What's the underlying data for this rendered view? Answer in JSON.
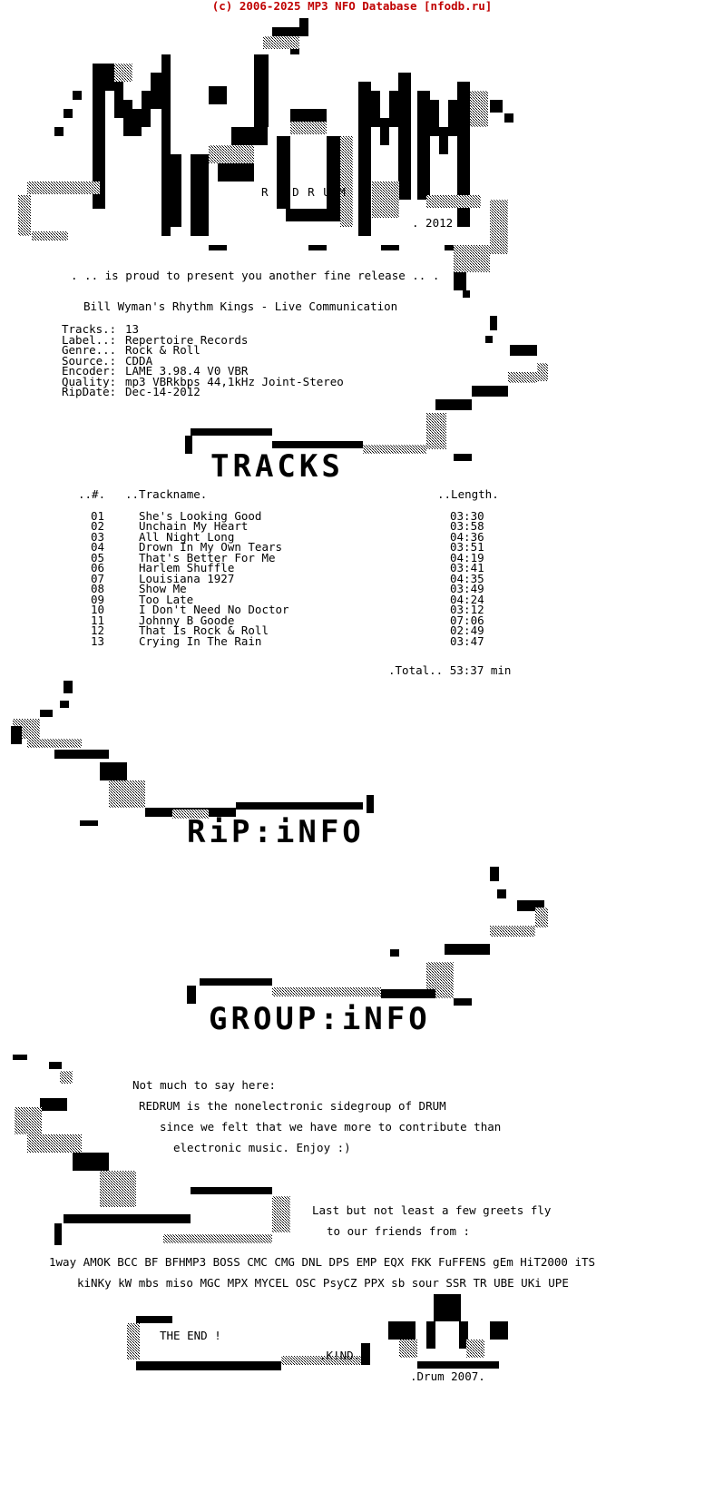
{
  "header": "(c) 2006-2025 MP3 NFO Database [nfodb.ru]",
  "logo": {
    "group": "R E D R U M",
    "year": ". 2012 ."
  },
  "intro": ". .. is proud to present you another fine release .. .",
  "release_title": "Bill Wyman's Rhythm Kings - Live Communication",
  "info": [
    {
      "key": "Tracks.:",
      "value": "13"
    },
    {
      "key": "Label..:",
      "value": "Repertoire Records"
    },
    {
      "key": "Genre...",
      "value": "Rock & Roll"
    },
    {
      "key": "Source.:",
      "value": "CDDA"
    },
    {
      "key": "Encoder:",
      "value": "LAME 3.98.4 V0 VBR"
    },
    {
      "key": "Quality:",
      "value": "mp3 VBRkbps 44,1kHz Joint-Stereo"
    },
    {
      "key": "RipDate:",
      "value": "Dec-14-2012"
    }
  ],
  "sections": {
    "tracks": "TRACKS",
    "ripinfo": "RiP:iNFO",
    "groupinfo": "GROUP:iNFO"
  },
  "track_headers": {
    "num": "..#.",
    "name": "..Trackname.",
    "length": "..Length."
  },
  "tracks": [
    {
      "num": "01",
      "name": "She's Looking Good",
      "length": "03:30"
    },
    {
      "num": "02",
      "name": "Unchain My Heart",
      "length": "03:58"
    },
    {
      "num": "03",
      "name": "All Night Long",
      "length": "04:36"
    },
    {
      "num": "04",
      "name": "Drown In My Own Tears",
      "length": "03:51"
    },
    {
      "num": "05",
      "name": "That's Better For Me",
      "length": "04:19"
    },
    {
      "num": "06",
      "name": "Harlem Shuffle",
      "length": "03:41"
    },
    {
      "num": "07",
      "name": "Louisiana 1927",
      "length": "04:35"
    },
    {
      "num": "08",
      "name": "Show Me",
      "length": "03:49"
    },
    {
      "num": "09",
      "name": "Too Late",
      "length": "04:24"
    },
    {
      "num": "10",
      "name": "I Don't Need No Doctor",
      "length": "03:12"
    },
    {
      "num": "11",
      "name": "Johnny B Goode",
      "length": "07:06"
    },
    {
      "num": "12",
      "name": "That Is Rock & Roll",
      "length": "02:49"
    },
    {
      "num": "13",
      "name": "Crying In The Rain",
      "length": "03:47"
    }
  ],
  "total": ".Total.. 53:37 min",
  "group_text": [
    "Not much to say here:",
    "REDRUM is the nonelectronic sidegroup of DRUM",
    "since we felt that we have more to contribute than",
    "electronic music. Enjoy :)"
  ],
  "greets_intro": [
    "Last but not least a few greets fly",
    "to our friends from :"
  ],
  "greets": [
    "1way AMOK BCC BF BFHMP3 BOSS CMC CMG DNL DPS EMP EQX FKK FuFFENS gEm HiT2000 iTS",
    "kiNKy kW mbs miso MGC MPX MYCEL OSC PsyCZ PPX sb sour SSR TR UBE UKi UPE"
  ],
  "ending": {
    "the_end": "THE END !",
    "kind": ".K!ND.",
    "drum": ".Drum 2007."
  }
}
